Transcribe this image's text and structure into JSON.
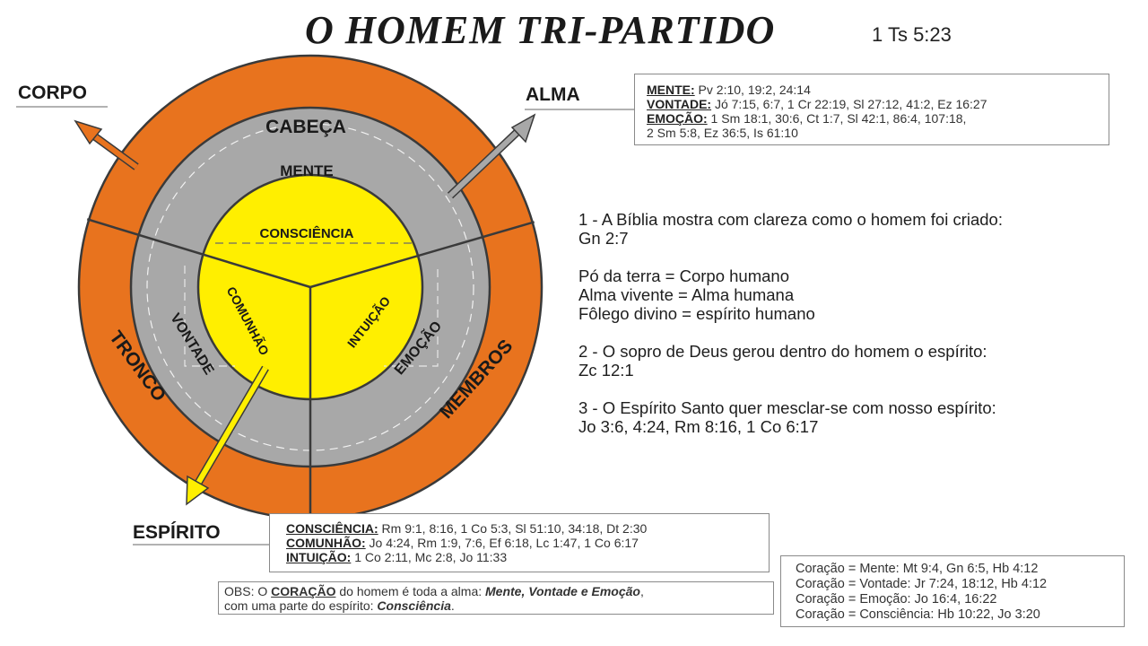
{
  "title": "O HOMEM TRI-PARTIDO",
  "reference": "1 Ts 5:23",
  "labels": {
    "corpo": "CORPO",
    "alma": "ALMA",
    "espirito": "ESPÍRITO"
  },
  "diagram": {
    "outer": [
      "CABEÇA",
      "TRONCO",
      "MEMBROS"
    ],
    "middle": [
      "MENTE",
      "VONTADE",
      "EMOÇÃO"
    ],
    "inner": [
      "CONSCIÊNCIA",
      "COMUNHÃO",
      "INTUIÇÃO"
    ],
    "colors": {
      "orange": "#e8731e",
      "gray": "#a8a8a8",
      "yellow": "#ffef00"
    }
  },
  "alma_box": [
    {
      "label": "MENTE:",
      "text": " Pv 2:10, 19:2, 24:14"
    },
    {
      "label": "VONTADE:",
      "text": " Jó 7:15, 6:7, 1 Cr 22:19, Sl 27:12, 41:2, Ez 16:27"
    },
    {
      "label": "EMOÇÃO:",
      "text": " 1 Sm 18:1, 30:6, Ct 1:7, Sl 42:1, 86:4, 107:18,"
    },
    {
      "label": "",
      "text": "2 Sm 5:8, Ez 36:5, Is 61:10"
    }
  ],
  "espirito_box": [
    {
      "label": "CONSCIÊNCIA:",
      "text": " Rm 9:1, 8:16, 1 Co 5:3, Sl 51:10, 34:18, Dt 2:30"
    },
    {
      "label": "COMUNHÃO:",
      "text": " Jo 4:24, Rm 1:9, 7:6, Ef 6:18, Lc 1:47, 1 Co 6:17"
    },
    {
      "label": "INTUIÇÃO:",
      "text": " 1 Co 2:11, Mc 2:8, Jo 11:33"
    }
  ],
  "points": [
    [
      "1 - A Bíblia mostra com clareza como o homem foi criado:",
      "Gn 2:7"
    ],
    [
      "Pó da terra = Corpo humano",
      "Alma vivente = Alma humana",
      "Fôlego divino = espírito humano"
    ],
    [
      "2 - O sopro de Deus gerou dentro do homem o espírito:",
      "Zc 12:1"
    ],
    [
      "3 - O Espírito Santo quer mesclar-se com nosso espírito:",
      "Jo 3:6, 4:24, Rm 8:16, 1 Co 6:17"
    ]
  ],
  "obs": {
    "p1": "OBS: O ",
    "coracao": "CORAÇÃO",
    "p2": " do homem é toda a alma: ",
    "alma_parts": "Mente, Vontade e Emoção",
    "p3": ",",
    "p4": "com uma parte do espírito: ",
    "consciencia": "Consciência",
    "p5": "."
  },
  "coracao_box": [
    "Coração = Mente: Mt 9:4, Gn 6:5, Hb 4:12",
    "Coração = Vontade: Jr 7:24, 18:12, Hb 4:12",
    "Coração = Emoção: Jo 16:4, 16:22",
    "Coração = Consciência: Hb 10:22, Jo 3:20"
  ]
}
